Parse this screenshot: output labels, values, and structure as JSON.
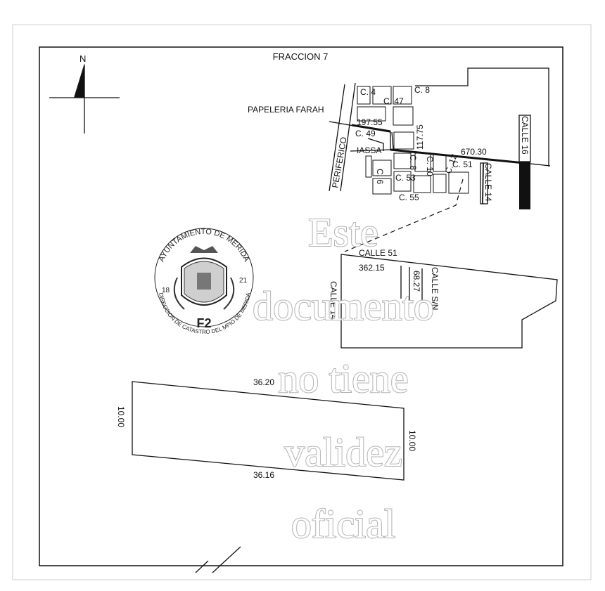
{
  "title": "FRACCION 7",
  "north_label": "N",
  "location_map": {
    "blocks": [
      "C. 4",
      "C. 47",
      "C. 8",
      "C. 49",
      "C. 8",
      "C. 10",
      "C. 51",
      "C. 53",
      "C. 6",
      "C. 12",
      "C. 55"
    ],
    "landmark": "PAPELERIA FARAH",
    "place": "IASSA",
    "road": "PERIFERICO",
    "street_16": "CALLE 16",
    "street_14": "CALLE 14",
    "dist_197": "197.55",
    "dist_117": "117.75",
    "dist_670": "670.30"
  },
  "detail_map": {
    "street_51": "CALLE 51",
    "street_14": "CALLE 14",
    "street_sn": "CALLE S/N",
    "dist_362": "362.15",
    "dist_68": "68.27"
  },
  "lot": {
    "top": "36.20",
    "bottom": "36.16",
    "left": "10.00",
    "right": "10.00"
  },
  "seal": {
    "top_text": "AYUNTAMIENTO DE MERIDA",
    "bottom_text": "DIRECCION DE CATASTRO DEL MPIO DE MERIDA",
    "year_left": "18",
    "year_right": "21",
    "code": "F2"
  },
  "watermark": [
    "Este",
    "documento",
    "no tiene",
    "validez",
    "oficial"
  ]
}
